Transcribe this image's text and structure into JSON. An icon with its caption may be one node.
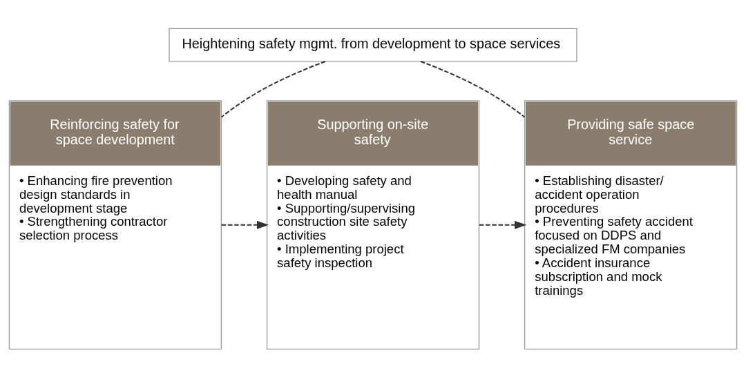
{
  "diagram": {
    "nodes": [
      {
        "text": [
          "Heightening safety mgmt. from development to space services"
        ]
      },
      {
        "text": [
          "Reinforcing safety for space development",
          "• Enhancing fire prevention design standards in development stage",
          "• Strengthening contractor selection process"
        ]
      },
      {
        "text": [
          "Supporting on-site safety",
          "• Developing safety and health manual",
          "• Supporting/supervising construction site safety activities",
          "• Implementing project safety inspection"
        ]
      },
      {
        "text": [
          "Providing safe space service",
          "• Establishing disaster/ accident operation procedures",
          "• Preventing safety accident focused on DDPS and specialized FM companies",
          "• Accident insurance subscription and mock trainings"
        ]
      }
    ],
    "edges": [
      {
        "from": 0,
        "to": 1,
        "arrow": "none",
        "style": "dashed"
      },
      {
        "from": 0,
        "to": 3,
        "arrow": "none",
        "style": "dashed"
      },
      {
        "from": 1,
        "to": 2,
        "arrow": "to",
        "style": "dashed"
      },
      {
        "from": 2,
        "to": 3,
        "arrow": "to",
        "style": "dashed"
      }
    ]
  }
}
